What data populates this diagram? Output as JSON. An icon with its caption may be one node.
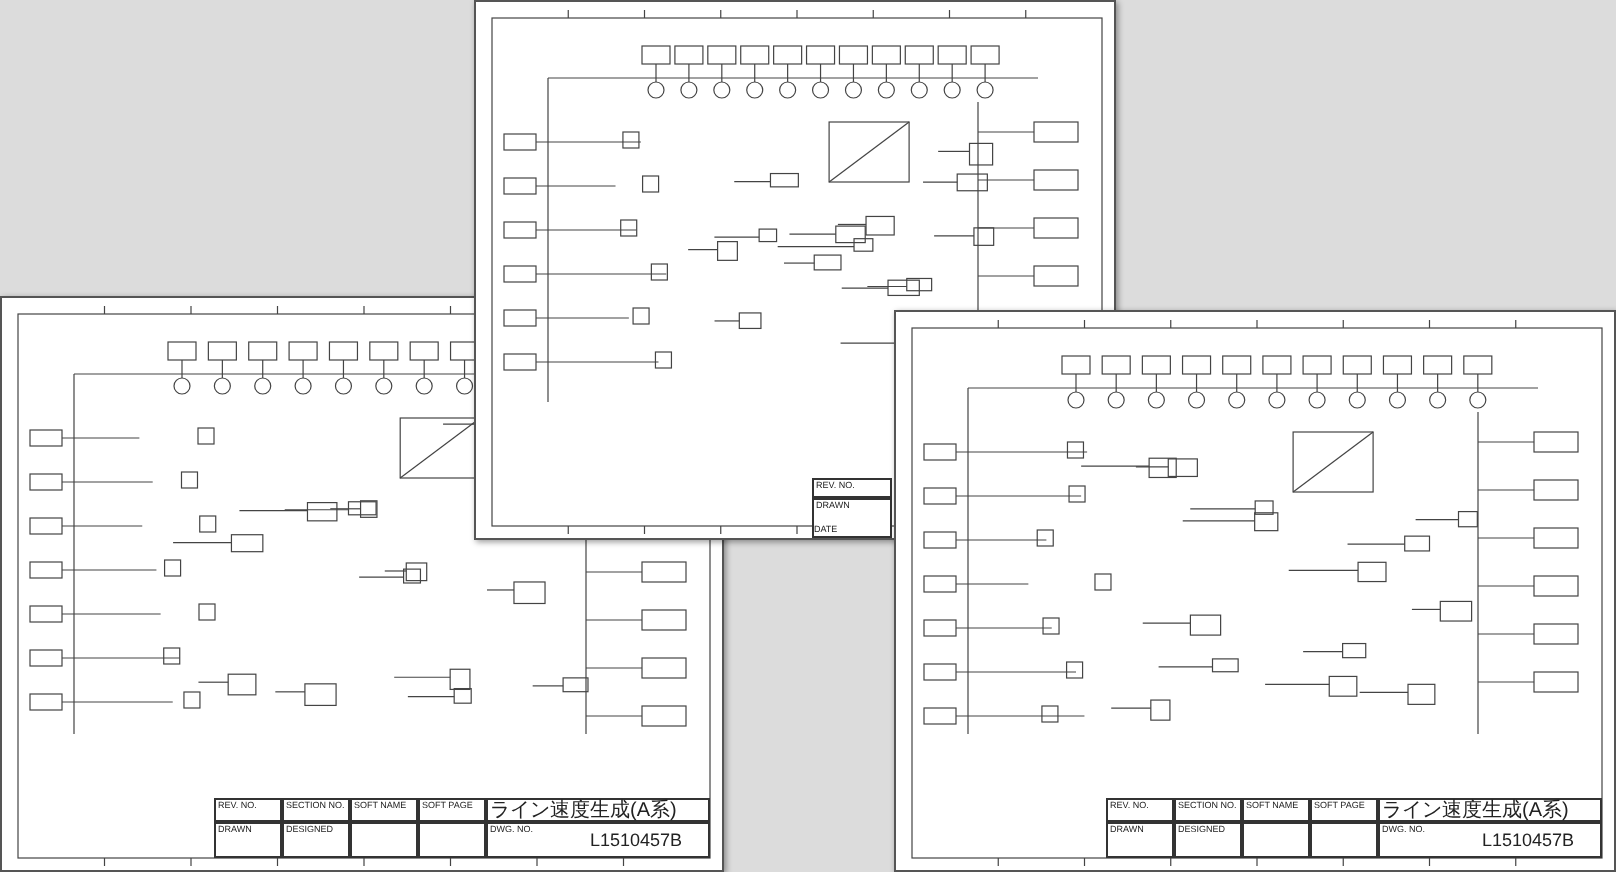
{
  "diagram": {
    "labels": [
      "REV. NO.",
      "DRAWN",
      "DATE",
      "REV. NO.",
      "SECTION NO.",
      "SOFT NAME",
      "SOFT PAGE",
      "ライン速度生成(A系)",
      "DRAWN",
      "DESIGNED",
      "DWG. NO.",
      "L1510457B",
      "REV. NO.",
      "SECTION NO.",
      "SOFT NAME",
      "SOFT PAGE",
      "ライン速度生成(A系)",
      "DRAWN",
      "DESIGNED",
      "DWG. NO.",
      "L1510457B"
    ]
  }
}
